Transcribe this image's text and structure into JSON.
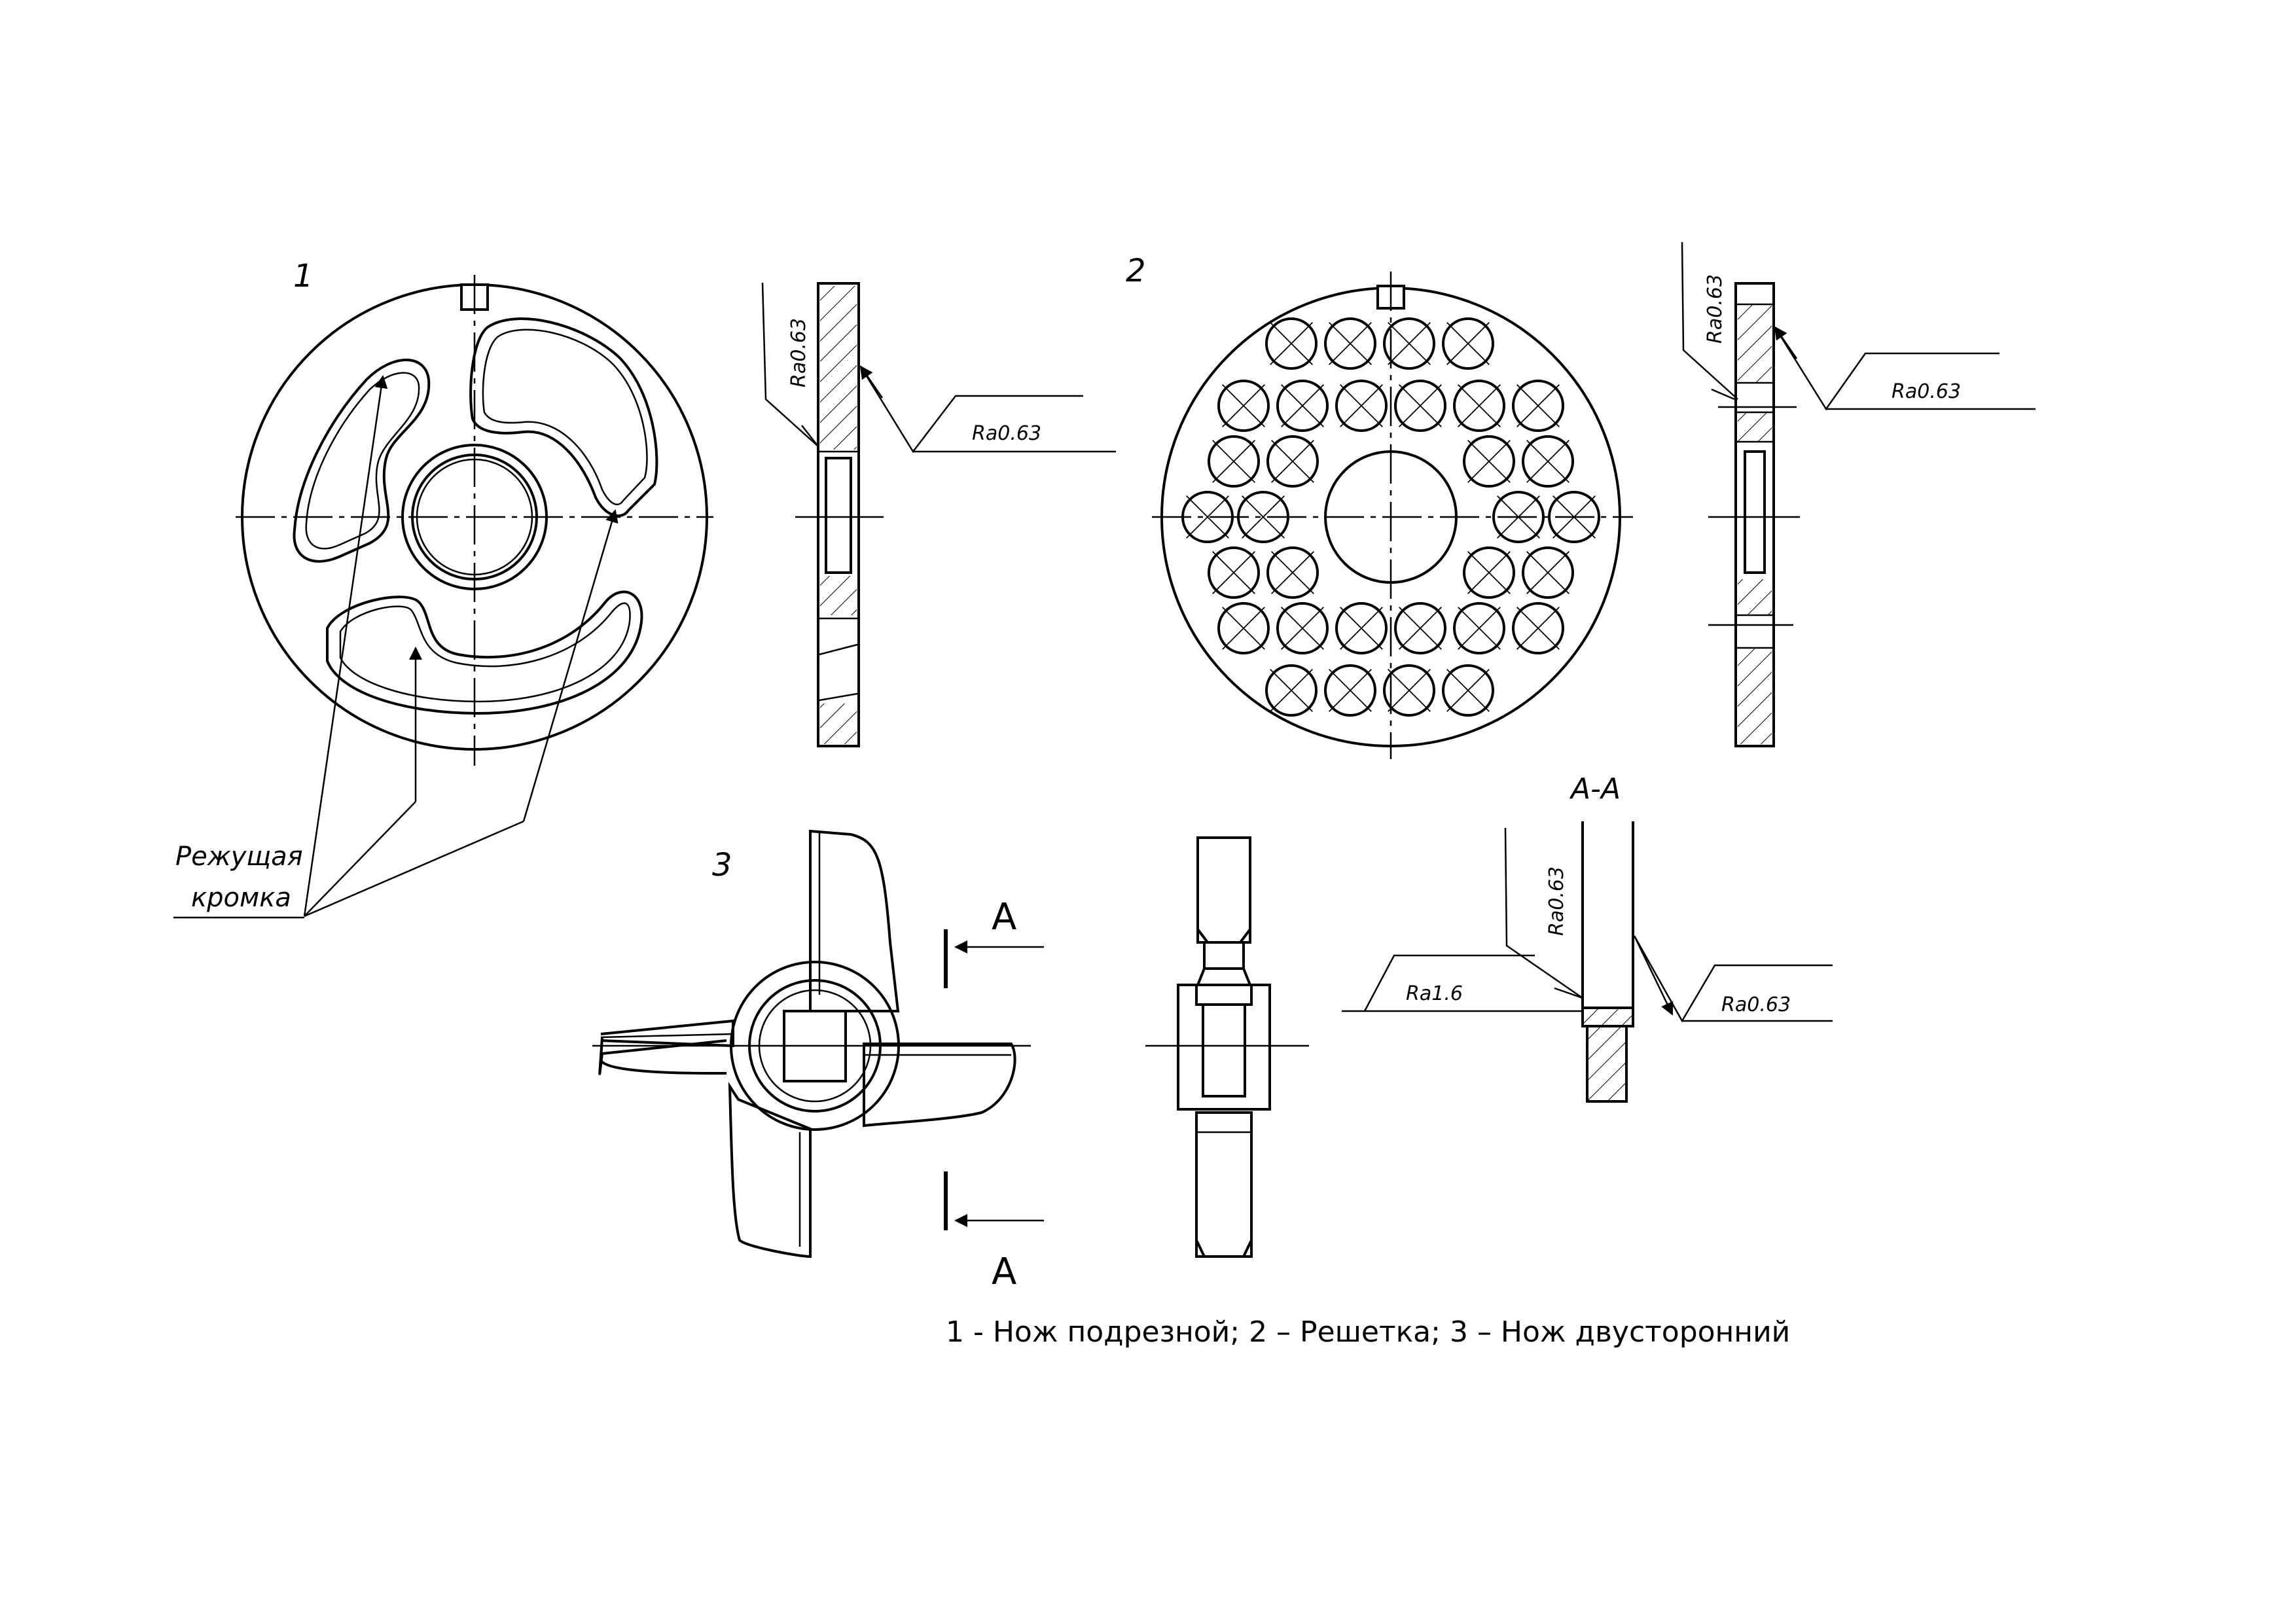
{
  "labels": {
    "part1": "1",
    "part2": "2",
    "part3": "3",
    "cutting_edge_line1": "Режущая",
    "cutting_edge_line2": "кромка",
    "section_title": "А-А",
    "section_mark_top": "А",
    "section_mark_bottom": "А"
  },
  "roughness": {
    "r1_face": "Ra0.63",
    "r1_side": "Ra0.63",
    "r2_face": "Ra0.63",
    "r2_side": "Ra0.63",
    "r3_left": "Ra1.6",
    "r3_side": "Ra0.63",
    "r3_vertical": "Ra0.63"
  },
  "caption": "1 - Нож подрезной; 2 – Решетка; 3 – Нож двусторонний"
}
